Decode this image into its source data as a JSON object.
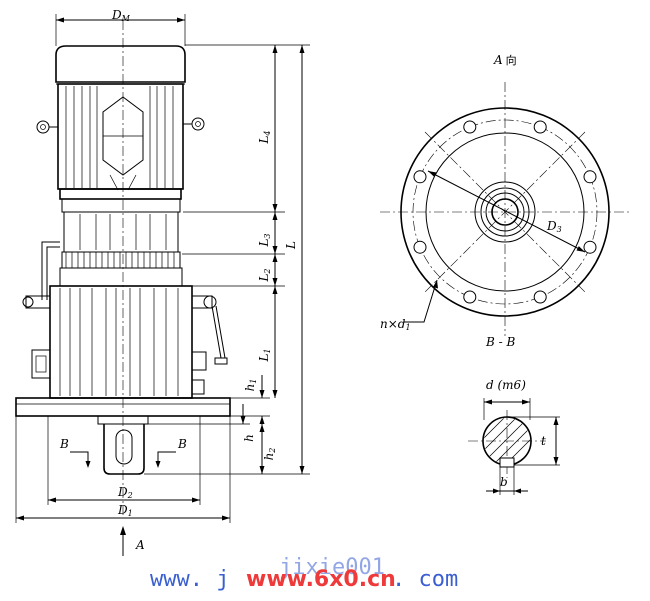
{
  "front_view": {
    "dm": {
      "main": "D",
      "sub": "M"
    },
    "l4": {
      "main": "L",
      "sub": "4"
    },
    "l3": {
      "main": "L",
      "sub": "3"
    },
    "l": {
      "main": "L"
    },
    "l2": {
      "main": "L",
      "sub": "2"
    },
    "l1": {
      "main": "L",
      "sub": "1"
    },
    "h1": {
      "main": "h",
      "sub": "1"
    },
    "h": {
      "main": "h"
    },
    "h2": {
      "main": "h",
      "sub": "2"
    },
    "d2": {
      "main": "D",
      "sub": "2"
    },
    "d1": {
      "main": "D",
      "sub": "1"
    },
    "a": "A",
    "b_left": "B",
    "b_right": "B"
  },
  "view_a": {
    "title": "A",
    "title_suffix": "向",
    "d3": {
      "main": "D",
      "sub": "3"
    },
    "n_times_d1": {
      "main": "n×d",
      "sub": "1"
    },
    "section_label": "B - B",
    "bolt_count": 8
  },
  "shaft_section": {
    "d_m6": "d (m6)",
    "t": "t",
    "b": "b"
  },
  "watermark": {
    "left": "www. j",
    "center": "www.6x0.cn",
    "right": ". com",
    "behind": "jixie001"
  },
  "colors": {
    "line": "#000000",
    "watermark_blue": "#3a5fd0",
    "watermark_red": "#ee3a3a"
  }
}
